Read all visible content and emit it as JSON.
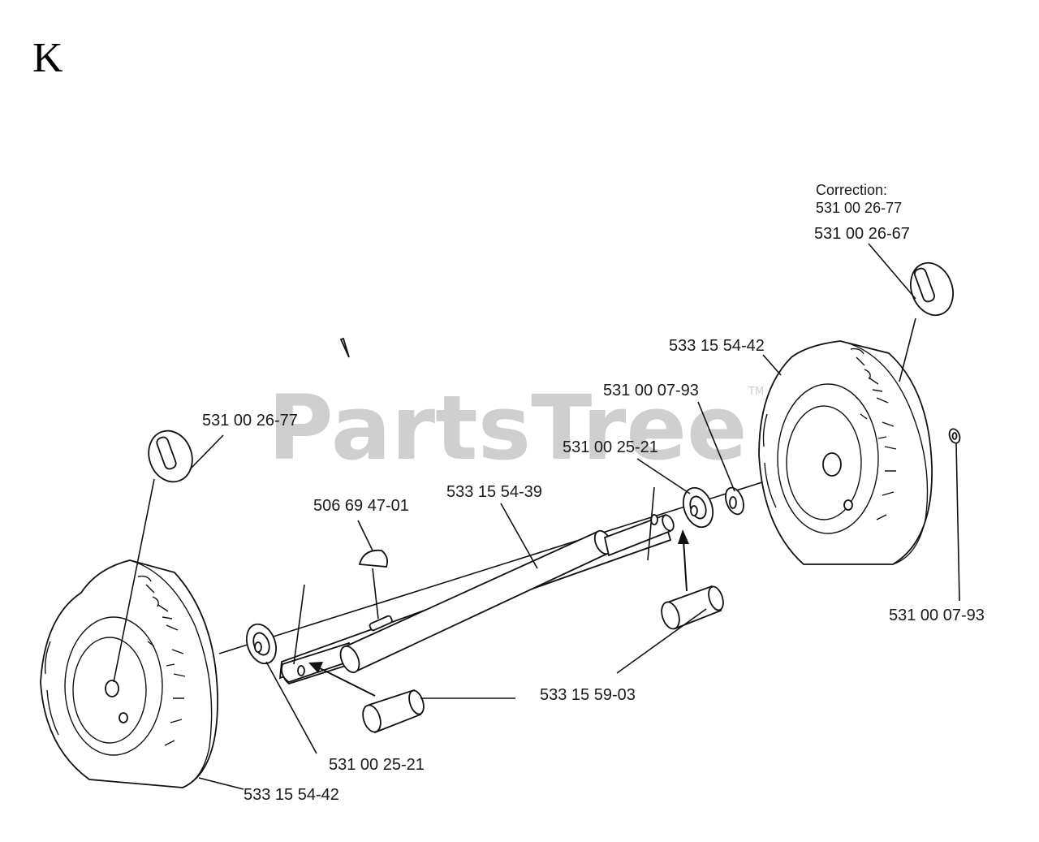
{
  "section_letter": "K",
  "watermark": {
    "text": "PartsTree",
    "mark": "TM"
  },
  "correction": {
    "title": "Correction:",
    "value": "531 00 26-77"
  },
  "labels": {
    "pin_right": "531 00 26-67",
    "pin_left": "531 00 26-77",
    "wheel_right": "533 15 54-42",
    "wheel_left": "533 15 54-42",
    "washer_right_inner": "531 00 07-93",
    "washer_right_outer": "531 00 07-93",
    "bushing_right": "531 00 25-21",
    "bushing_left": "531 00 25-21",
    "axle": "533 15 54-39",
    "key": "506 69 47-01",
    "spacer": "533 15 59-03"
  }
}
